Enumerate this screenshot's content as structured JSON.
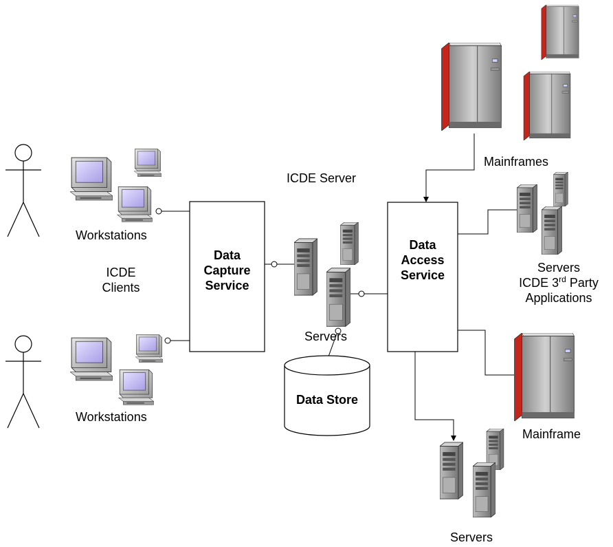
{
  "labels": {
    "icde_server": "ICDE Server",
    "mainframes": "Mainframes",
    "workstations_top": "Workstations",
    "workstations_bottom": "Workstations",
    "icde_clients_line1": "ICDE",
    "icde_clients_line2": "Clients",
    "servers_center": "Servers",
    "servers_right": "Servers",
    "third_party_pre": "ICDE 3",
    "third_party_sup": "rd",
    "third_party_post": " Party",
    "applications": "Applications",
    "mainframe": "Mainframe",
    "servers_bottom": "Servers"
  },
  "boxes": {
    "data_capture": [
      "Data",
      "Capture",
      "Service"
    ],
    "data_access": [
      "Data",
      "Access",
      "Service"
    ],
    "data_store": "Data Store"
  },
  "colors": {
    "line": "#000000",
    "mainframe_body": "#a8a8a8",
    "mainframe_accent": "#c4261c",
    "screen": "#c8c0f0",
    "server_body": "#9a9a9a"
  },
  "icons": [
    "actor-icon",
    "workstation-icon",
    "server-icon",
    "mainframe-icon",
    "database-icon"
  ]
}
